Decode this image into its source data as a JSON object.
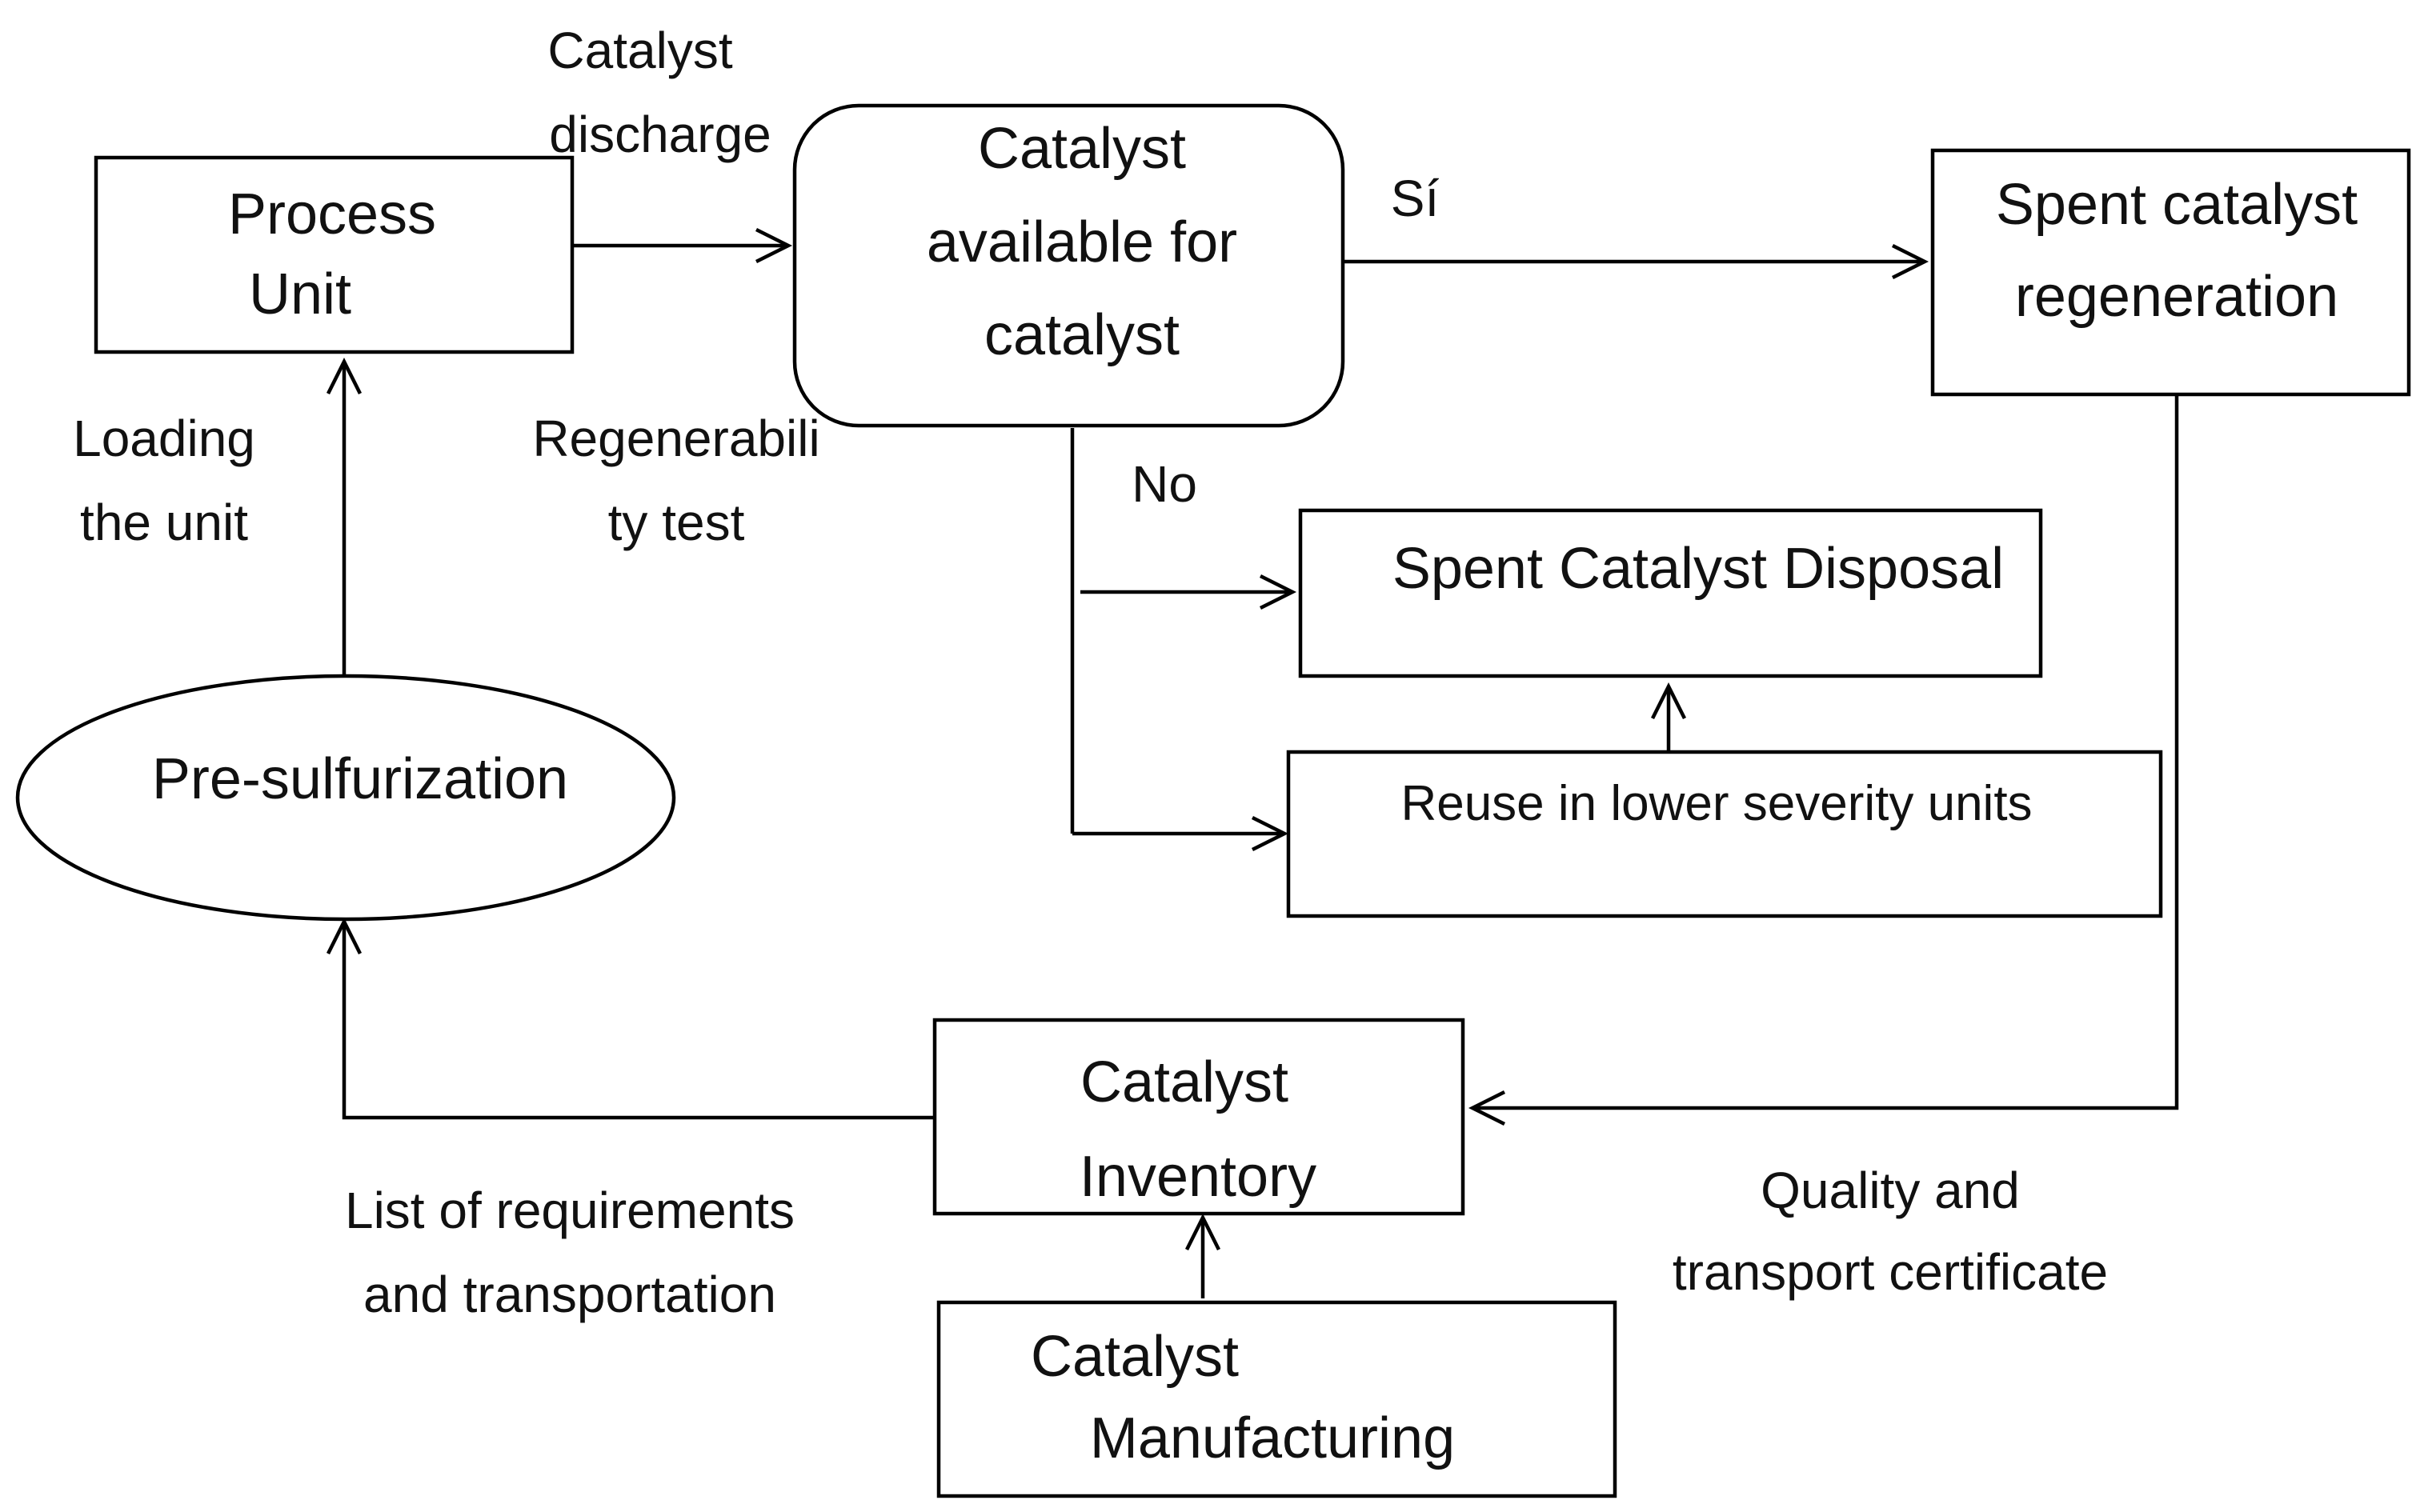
{
  "nodes": {
    "process_unit": {
      "line1": "Process",
      "line2": "Unit"
    },
    "catalyst_available": {
      "line1": "Catalyst",
      "line2": "available for",
      "line3": "catalyst"
    },
    "spent_regeneration": {
      "line1": "Spent catalyst",
      "line2": "regeneration"
    },
    "spent_disposal": {
      "line1": "Spent Catalyst Disposal"
    },
    "reuse_lower": {
      "line1": "Reuse in lower severity units"
    },
    "pre_sulfurization": {
      "line1": "Pre-sulfurization"
    },
    "catalyst_inventory": {
      "line1": "Catalyst",
      "line2": "Inventory"
    },
    "catalyst_manufacturing": {
      "line1": "Catalyst",
      "line2": "Manufacturing"
    }
  },
  "labels": {
    "catalyst_discharge": {
      "line1": "Catalyst",
      "line2": "discharge"
    },
    "yes": "Sí",
    "no": "No",
    "loading": {
      "line1": "Loading",
      "line2": "the unit"
    },
    "regenerability": {
      "line1": "Regenerabili",
      "line2": "ty test"
    },
    "list_requirements": {
      "line1": "List of requirements",
      "line2": "and transportation"
    },
    "quality_cert": {
      "line1": "Quality and",
      "line2": "transport certificate"
    }
  }
}
